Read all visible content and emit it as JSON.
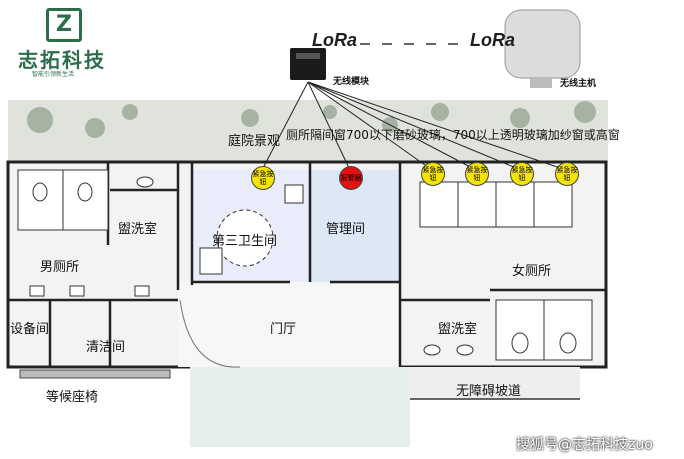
{
  "logo": {
    "name": "志拓科技",
    "slogan": "智能引领新生活"
  },
  "devices": {
    "lora_label": "LoRa",
    "module": "无线模块",
    "host": "无线主机"
  },
  "rooms": {
    "garden": "庭院景观",
    "partition_note": "厕所隔间窗700以下磨砂玻璃，700以上透明玻璃加纱窗或高窗",
    "male": "男厕所",
    "male_wash": "盥洗室",
    "third": "第三卫生间",
    "manage": "管理间",
    "female": "女厕所",
    "female_wash": "盥洗室",
    "equipment": "设备间",
    "cleaning": "清洁间",
    "lobby": "门厅",
    "accessible": "无障碍坡道",
    "bench": "等候座椅"
  },
  "buttons": {
    "emergency": "紧急按钮",
    "alarm": "报警器",
    "colors": {
      "emergency": "#f5e400",
      "alarm": "#e51010"
    }
  },
  "watermark": "搜狐号@志拓科技zuo"
}
